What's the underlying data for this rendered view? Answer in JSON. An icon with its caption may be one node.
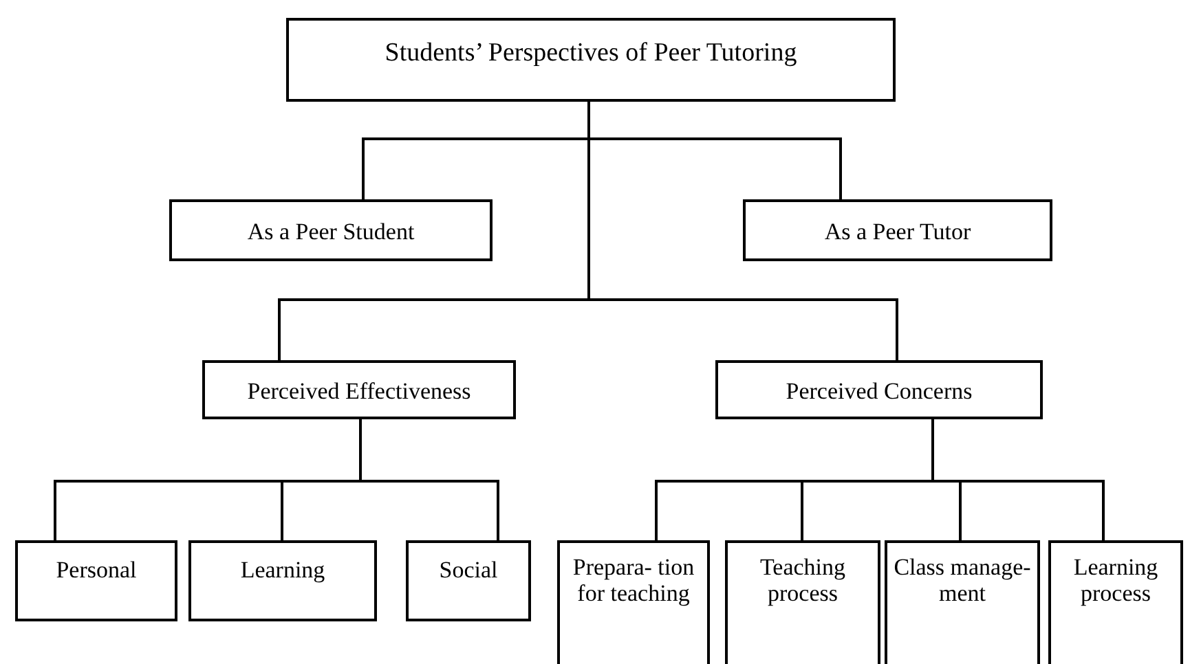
{
  "diagram": {
    "nodes": [
      {
        "text": [
          "Students’ Perspectives of Peer Tutoring"
        ]
      },
      {
        "text": [
          "As a Peer Student"
        ]
      },
      {
        "text": [
          "As a Peer Tutor"
        ]
      },
      {
        "text": [
          "Perceived Effectiveness"
        ]
      },
      {
        "text": [
          "Perceived Concerns"
        ]
      },
      {
        "text": [
          "Personal"
        ]
      },
      {
        "text": [
          "Learning"
        ]
      },
      {
        "text": [
          "Social"
        ]
      },
      {
        "text": [
          "Prepara- tion for teaching"
        ]
      },
      {
        "text": [
          "Teaching process"
        ]
      },
      {
        "text": [
          "Class manage- ment"
        ]
      },
      {
        "text": [
          "Learning process"
        ]
      }
    ],
    "edges": [
      {
        "from": 0,
        "to": 1,
        "arrow": "none"
      },
      {
        "from": 0,
        "to": 2,
        "arrow": "none"
      },
      {
        "from": 0,
        "to": 3,
        "arrow": "none"
      },
      {
        "from": 0,
        "to": 4,
        "arrow": "none"
      },
      {
        "from": 3,
        "to": 5,
        "arrow": "none"
      },
      {
        "from": 3,
        "to": 6,
        "arrow": "none"
      },
      {
        "from": 3,
        "to": 7,
        "arrow": "none"
      },
      {
        "from": 4,
        "to": 8,
        "arrow": "none"
      },
      {
        "from": 4,
        "to": 9,
        "arrow": "none"
      },
      {
        "from": 4,
        "to": 10,
        "arrow": "none"
      },
      {
        "from": 4,
        "to": 11,
        "arrow": "none"
      }
    ]
  }
}
